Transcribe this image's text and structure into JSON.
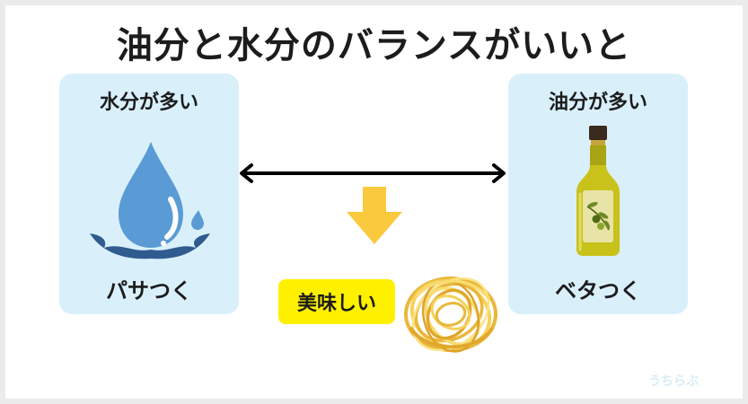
{
  "title": "油分と水分のバランスがいいと",
  "left_panel": {
    "heading": "水分が多い",
    "caption": "パサつく",
    "icon": "water-drop-icon",
    "accent_color": "#5b9bd5"
  },
  "right_panel": {
    "heading": "油分が多い",
    "caption": "ベタつく",
    "icon": "olive-oil-bottle-icon",
    "accent_color": "#c9c21b"
  },
  "result": {
    "label": "美味しい",
    "icon": "pasta-nest-icon",
    "badge_color": "#fff000"
  },
  "connector_icon": "double-arrow-icon",
  "indicator_icon": "down-arrow-icon",
  "watermark": "うちらぶ"
}
